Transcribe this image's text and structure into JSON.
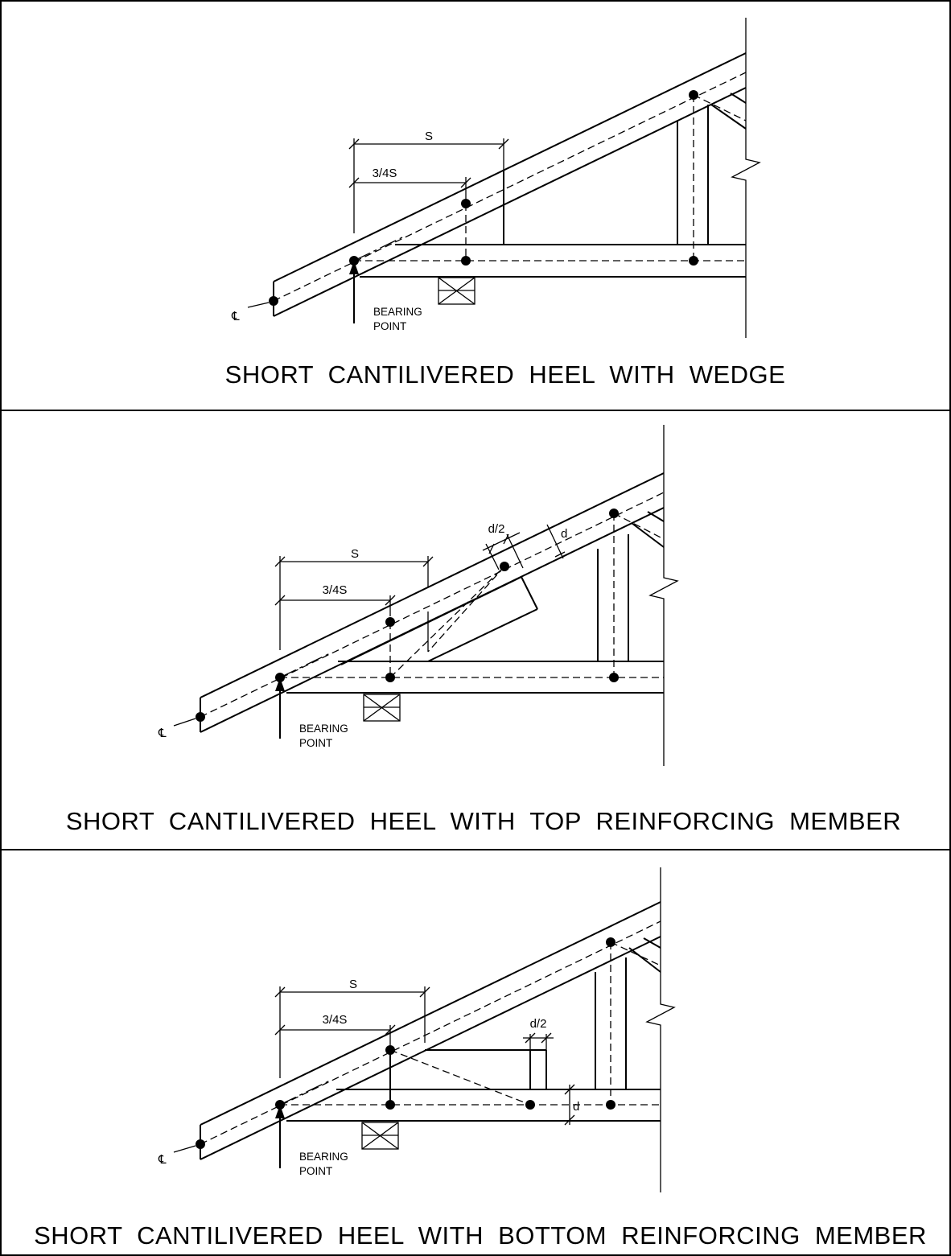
{
  "panels": [
    {
      "title": "SHORT  CANTILIVERED  HEEL  WITH  WEDGE",
      "span_label": "S",
      "three_quarter_label": "3/4S",
      "bearing_label_line1": "BEARING",
      "bearing_label_line2": "POINT",
      "centerline_symbol": "℄"
    },
    {
      "title": "SHORT  CANTILIVERED  HEEL  WITH  TOP  REINFORCING  MEMBER",
      "span_label": "S",
      "three_quarter_label": "3/4S",
      "half_depth_label": "d/2",
      "depth_label": "d",
      "bearing_label_line1": "BEARING",
      "bearing_label_line2": "POINT",
      "centerline_symbol": "℄"
    },
    {
      "title": "SHORT  CANTILIVERED  HEEL  WITH  BOTTOM  REINFORCING  MEMBER",
      "span_label": "S",
      "three_quarter_label": "3/4S",
      "half_depth_label": "d/2",
      "depth_label": "d",
      "bearing_label_line1": "BEARING",
      "bearing_label_line2": "POINT",
      "centerline_symbol": "℄"
    }
  ]
}
